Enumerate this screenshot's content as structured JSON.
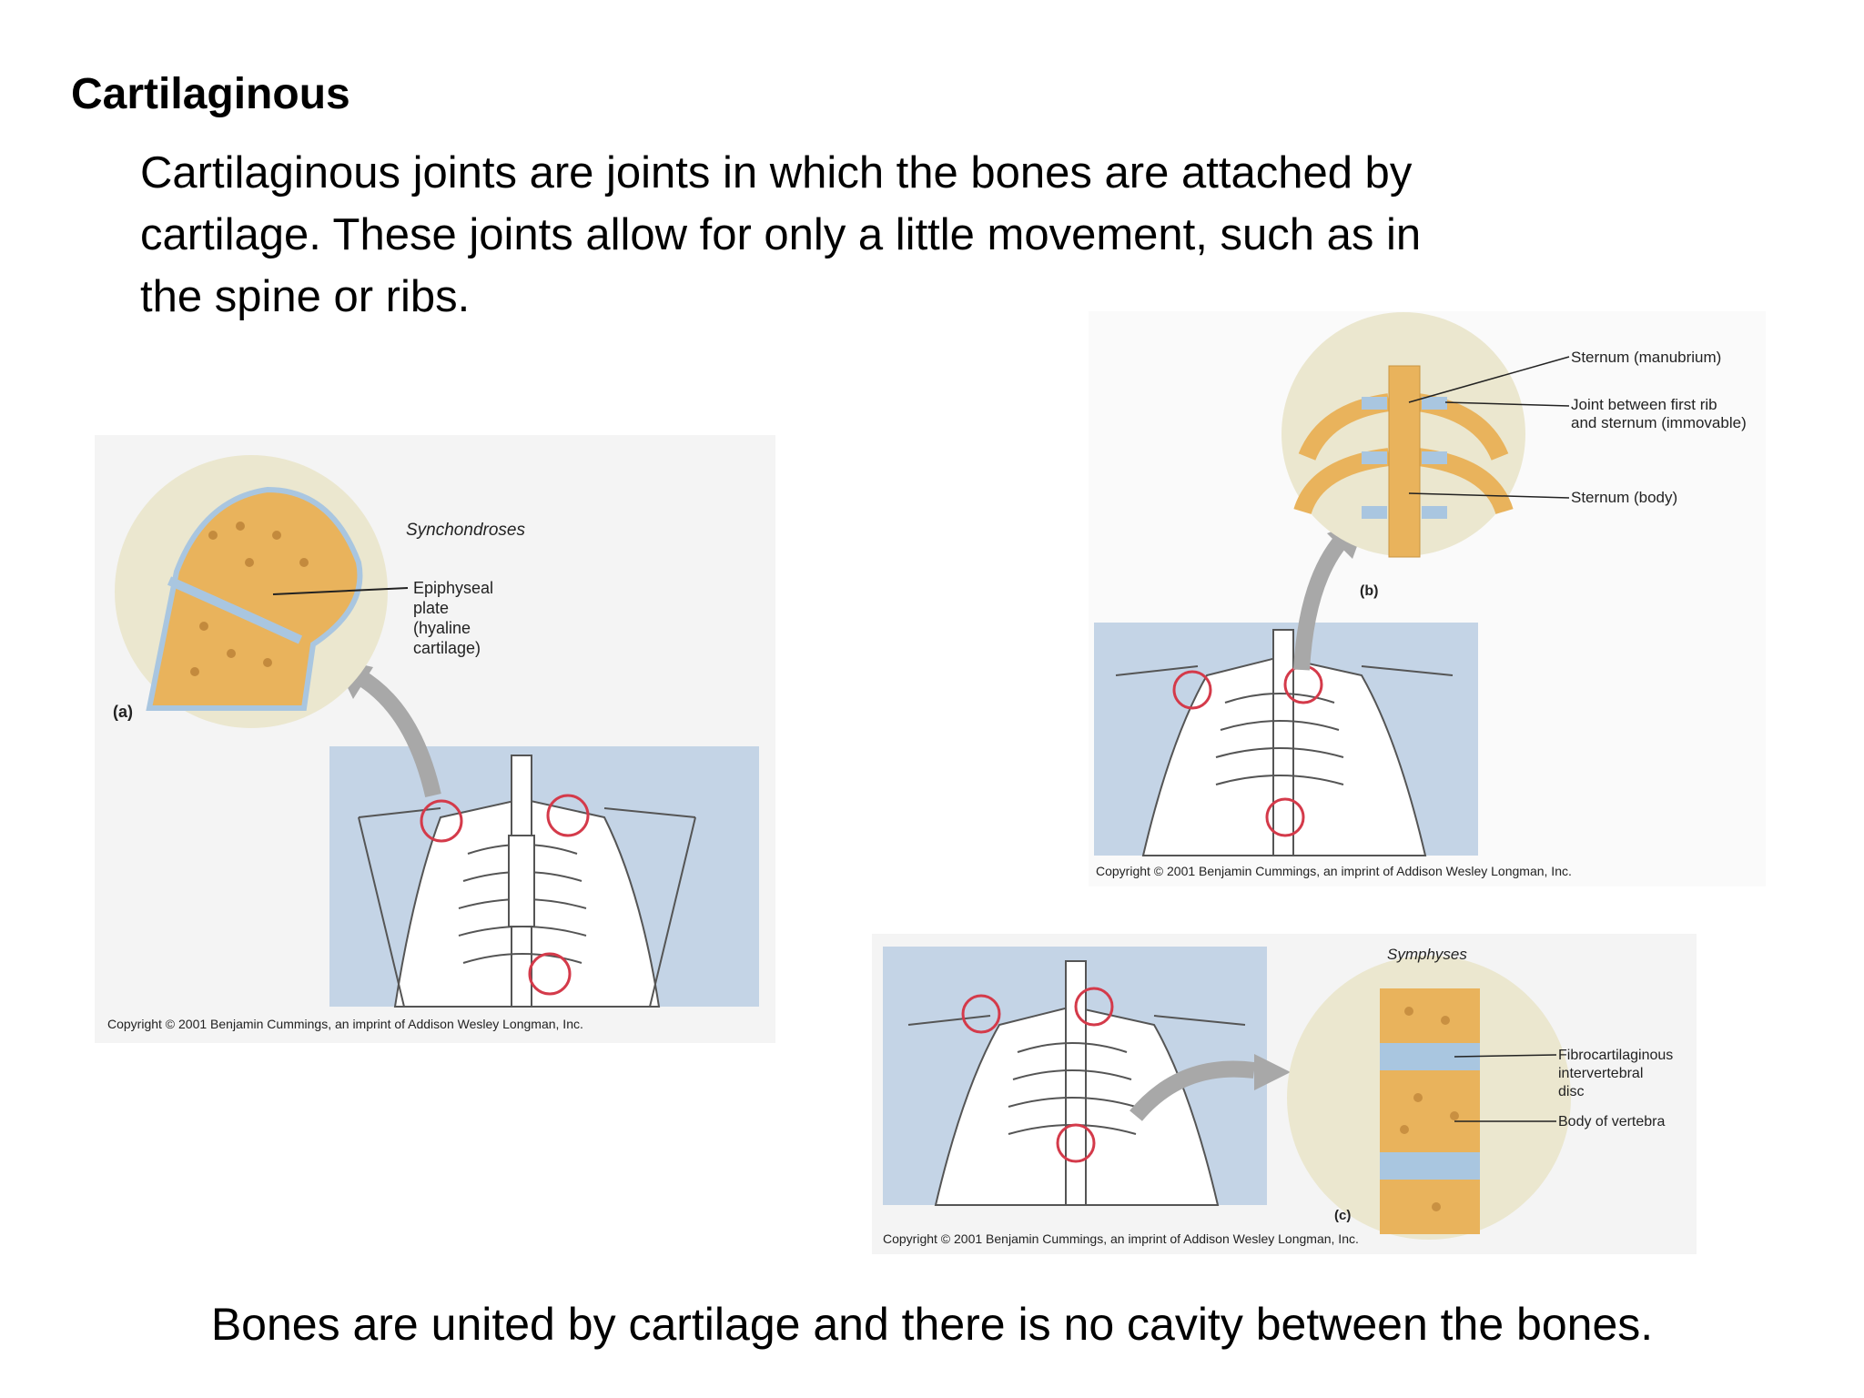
{
  "slide": {
    "title": "Cartilaginous",
    "body_lines": [
      "Cartilaginous joints are joints in which the bones are attached by",
      "cartilage. These joints allow for only a little movement, such as in",
      "the spine or ribs."
    ],
    "footer": "Bones are united by cartilage and there is no cavity between the bones."
  },
  "figure_a": {
    "heading": "Synchondroses",
    "label_lines": [
      "Epiphyseal",
      "plate",
      "(hyaline",
      "cartilage)"
    ],
    "panel": "(a)",
    "copyright": "Copyright © 2001 Benjamin Cummings, an imprint of Addison Wesley Longman, Inc."
  },
  "figure_b": {
    "labels": [
      "Sternum (manubrium)",
      "Joint between first rib",
      "and sternum (immovable)",
      "Sternum (body)"
    ],
    "panel": "(b)",
    "copyright": "Copyright © 2001 Benjamin Cummings, an imprint of Addison Wesley Longman, Inc."
  },
  "figure_c": {
    "heading": "Symphyses",
    "label_lines": [
      "Fibrocartilaginous",
      "intervertebral",
      "disc",
      "Body of vertebra"
    ],
    "panel": "(c)",
    "copyright": "Copyright © 2001 Benjamin Cummings, an imprint of Addison Wesley Longman, Inc."
  },
  "colors": {
    "bone": "#e9b35c",
    "cartilage": "#a9c6e0",
    "panel_bg": "#c4d4e6",
    "circle_bg": "#ebe7cf",
    "highlight": "#d43a4a",
    "arrow": "#a8a8a8"
  }
}
